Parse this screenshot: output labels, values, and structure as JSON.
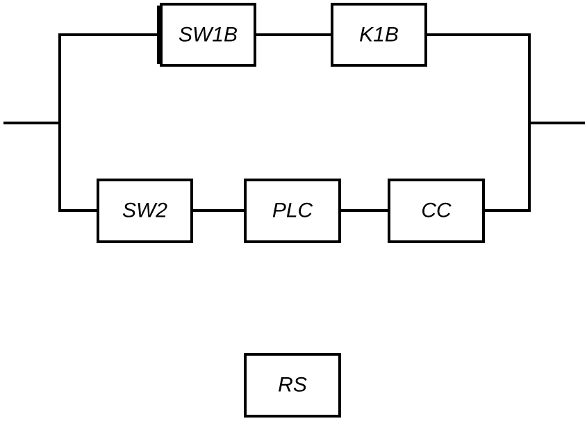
{
  "diagram": {
    "blocks": {
      "sw1b": "SW1B",
      "k1b": "K1B",
      "sw2": "SW2",
      "plc": "PLC",
      "cc": "CC",
      "rs": "RS"
    },
    "colors": {
      "line": "#000000",
      "background": "#ffffff",
      "block_fill": "#ffffff"
    }
  }
}
